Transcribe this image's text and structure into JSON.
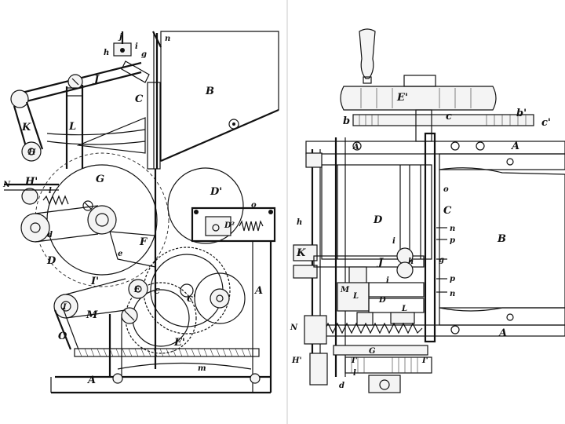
{
  "figure_left": {
    "labels": {
      "j": "j",
      "h": "h",
      "i": "i",
      "g": "g",
      "n": "n",
      "B": "B",
      "J": "J",
      "C": "C",
      "K": "K",
      "L": "L",
      "H": "H",
      "H1": "H'",
      "N": "N",
      "G": "G",
      "D1": "D'",
      "l": "l",
      "d": "d",
      "D2": "D²",
      "o": "o",
      "F": "F",
      "e": "e",
      "D": "D",
      "c": "c",
      "c1": "c'",
      "I1": "I'",
      "E": "E",
      "A1": "A",
      "I": "I",
      "M": "M",
      "E1": "E'",
      "O": "O",
      "m": "m",
      "A2": "A"
    }
  },
  "figure_right": {
    "labels": {
      "E1": "E'",
      "b": "b",
      "c": "c",
      "b1": "b'",
      "c1": "c'",
      "A1": "A",
      "A2": "A",
      "o": "o",
      "D": "D",
      "C": "C",
      "h": "h",
      "n1": "n",
      "p1": "p",
      "B": "B",
      "K": "K",
      "i1": "i",
      "h2": "h",
      "g": "g",
      "J": "J",
      "i2": "i",
      "p2": "p",
      "M": "M",
      "L1": "L",
      "D2": "D",
      "n2": "n",
      "L2": "L",
      "A3": "A",
      "N": "N",
      "G": "G",
      "H1": "H'",
      "I1": "I'",
      "I2": "I'",
      "l": "l",
      "d": "d"
    }
  }
}
